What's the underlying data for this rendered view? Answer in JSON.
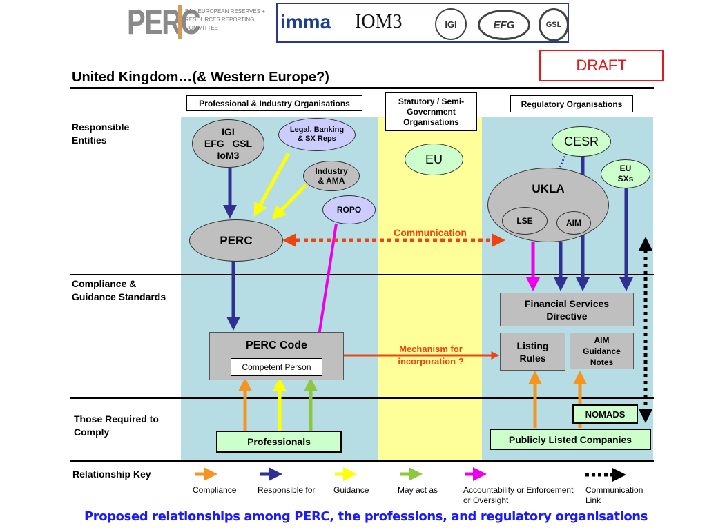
{
  "header": {
    "perc_logo_text": "PERC",
    "perc_logo_subtitle": [
      "PAN-EUROPEAN RESERVES +",
      "RESOURCES REPORTING",
      "COMMITTEE"
    ],
    "partner_logos": [
      "imma",
      "IOM3",
      "IGI",
      "EFG",
      "GSL"
    ],
    "draft_label": "DRAFT",
    "title": "United Kingdom…(& Western Europe?)"
  },
  "columns": {
    "professional": "Professional & Industry Organisations",
    "statutory": "Statutory / Semi-Government Organisations",
    "regulatory": "Regulatory Organisations"
  },
  "rows": {
    "responsible": "Responsible Entities",
    "compliance": "Compliance & Guidance Standards",
    "required": "Those Required to Comply",
    "key": "Relationship Key"
  },
  "nodes": {
    "igi": [
      "IGI",
      "EFG   GSL",
      "IoM3"
    ],
    "legal": "Legal, Banking & SX Reps",
    "industry": "Industry & AMA",
    "ropo": "ROPO",
    "perc": "PERC",
    "eu": "EU",
    "cesr": "CESR",
    "eu_sxs": [
      "EU",
      "SXs"
    ],
    "ukla": "UKLA",
    "lse": "LSE",
    "aim": "AIM",
    "perc_code": "PERC Code",
    "competent_person": "Competent Person",
    "fsd": "Financial Services Directive",
    "listing_rules": "Listing Rules",
    "aim_guidance": "AIM Guidance Notes",
    "nomads": "NOMADS",
    "professionals": "Professionals",
    "plc": "Publicly Listed Companies"
  },
  "annotations": {
    "communication": "Communication",
    "mechanism": "Mechanism for incorporation ?"
  },
  "key": [
    {
      "label": "Compliance",
      "color": "#f7941d"
    },
    {
      "label": "Responsible for",
      "color": "#2e3192"
    },
    {
      "label": "Guidance",
      "color": "#ffff00"
    },
    {
      "label": "May act as",
      "color": "#8dc63f"
    },
    {
      "label": "Accountability or Enforcement or Oversight",
      "color": "#ec00ec"
    },
    {
      "label": "Communication Link",
      "color": "#000000"
    }
  ],
  "colors": {
    "blue_panel": "#b7dde4",
    "yellow_panel": "#ffff99",
    "node_gray": "#bfbfbf",
    "node_lavender": "#ccccff",
    "node_green": "#ccffcc",
    "red_arrow": "#ee4411",
    "caption": "#1a1aff"
  },
  "caption": "Proposed relationships among PERC, the professions, and regulatory organisations"
}
